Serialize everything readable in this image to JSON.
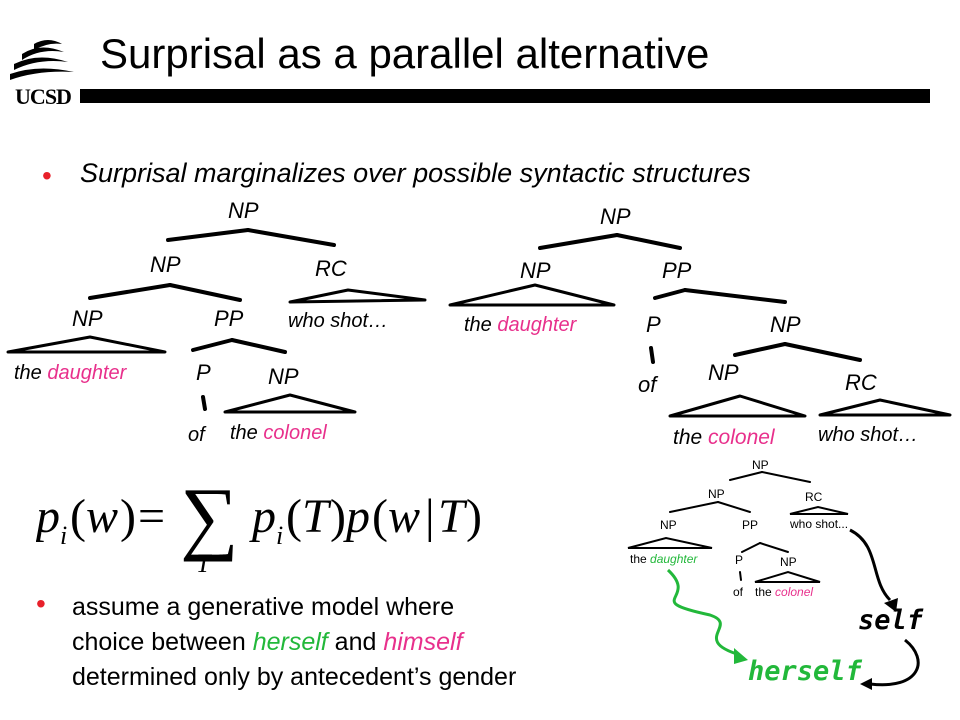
{
  "title": "Surprisal as a parallel alternative",
  "logo": {
    "text": "UCSD",
    "icon": "ucsd-waves-icon"
  },
  "bullets": {
    "first": "Surprisal marginalizes over possible syntactic structures",
    "second": {
      "line1": "assume a generative model where",
      "line2_a": "choice between ",
      "line2_herself": "herself",
      "line2_b": " and ",
      "line2_himself": "himself",
      "line3": "determined only by antecedent’s gender"
    }
  },
  "tree_left": {
    "np_root": "NP",
    "np_mid": "NP",
    "rc": "RC",
    "who_shot": "who shot…",
    "np_low": "NP",
    "pp": "PP",
    "the": "the",
    "daughter": "daughter",
    "p": "P",
    "np_obj": "NP",
    "of": "of",
    "the2": "the",
    "colonel": "colonel"
  },
  "tree_right": {
    "np_root": "NP",
    "np_left": "NP",
    "pp": "PP",
    "the": "the",
    "daughter": "daughter",
    "p": "P",
    "np_pp": "NP",
    "of": "of",
    "np_obj": "NP",
    "rc": "RC",
    "the2": "the",
    "colonel": "colonel",
    "who_shot": "who shot…"
  },
  "mini_tree": {
    "np_root": "NP",
    "np_mid": "NP",
    "rc": "RC",
    "who_shot": "who shot...",
    "np_low": "NP",
    "pp": "PP",
    "the": "the",
    "daughter": "daughter",
    "p": "P",
    "np_obj": "NP",
    "of": "of",
    "the2": "the",
    "colonel": "colonel"
  },
  "handwritten": {
    "self": "self",
    "herself": "herself"
  },
  "colors": {
    "pink": "#e8308c",
    "green": "#22b83a",
    "bullet": "#e8202a"
  }
}
